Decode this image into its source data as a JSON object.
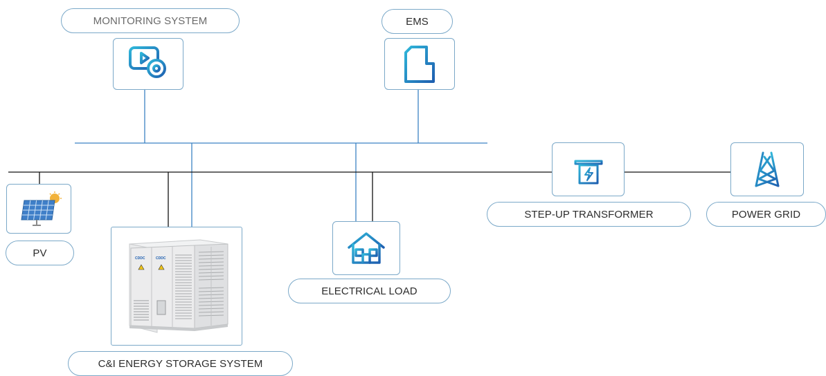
{
  "labels": {
    "monitoring": "MONITORING SYSTEM",
    "ems": "EMS",
    "pv": "PV",
    "storage": "C&I ENERGY STORAGE SYSTEM",
    "load": "ELECTRICAL LOAD",
    "transformer": "STEP-UP TRANSFORMER",
    "grid": "POWER GRID"
  },
  "cabinet": {
    "brand_left": "CDDC",
    "brand_right": "CDDC"
  },
  "colors": {
    "power_line": "#000000",
    "comm_line": "#3b82c4",
    "outline": "#7aa8c8",
    "icon_blue": "#1e6fb8",
    "icon_cyan": "#2fb6d9"
  },
  "icons": {
    "monitoring": "monitor-camera-icon",
    "ems": "sd-card-icon",
    "pv": "solar-panel-icon",
    "load": "house-icon",
    "transformer": "transformer-icon",
    "grid": "transmission-tower-icon"
  }
}
